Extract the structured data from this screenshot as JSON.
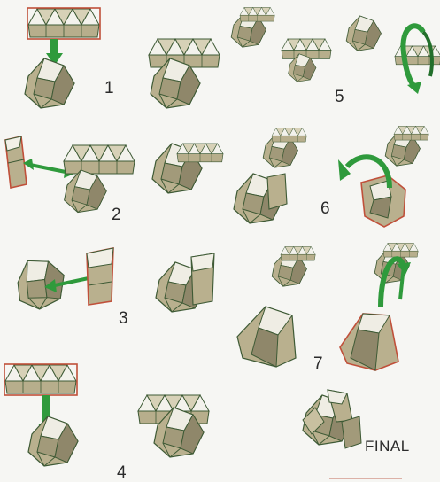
{
  "steps": [
    {
      "label": "1"
    },
    {
      "label": "2"
    },
    {
      "label": "3"
    },
    {
      "label": "4"
    },
    {
      "label": "5"
    },
    {
      "label": "6"
    },
    {
      "label": "7"
    }
  ],
  "final_label": "FINAL",
  "colors": {
    "background": "#f6f6f3",
    "piece_face": "#b9b08e",
    "piece_face_light": "#d8d2b8",
    "piece_face_dark": "#8d8568",
    "piece_top": "#f4f4ef",
    "edge": "#3e5a35",
    "highlight_outline": "#c0503a",
    "arrow": "#2f9a3c"
  }
}
